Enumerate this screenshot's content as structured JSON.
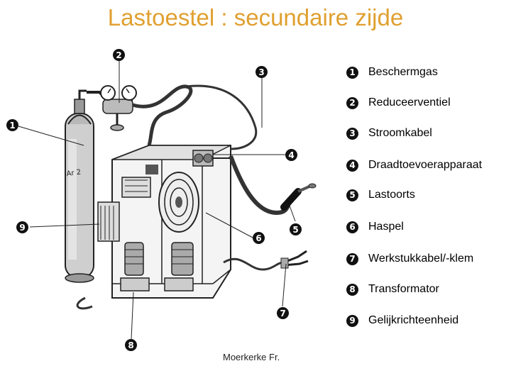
{
  "title": "Lastoestel : secundaire zijde",
  "markers": [
    "1",
    "2",
    "3",
    "4",
    "5",
    "6",
    "7",
    "8",
    "9"
  ],
  "legend": [
    {
      "num": "1",
      "label": "Beschermgas"
    },
    {
      "num": "2",
      "label": "Reduceerventiel"
    },
    {
      "num": "3",
      "label": "Stroomkabel"
    },
    {
      "num": "4",
      "label": "Draadtoevoerapparaat"
    },
    {
      "num": "5",
      "label": "Lastoorts"
    },
    {
      "num": "6",
      "label": "Haspel"
    },
    {
      "num": "7",
      "label": "Werkstukkabel/-klem"
    },
    {
      "num": "8",
      "label": "Transformator"
    },
    {
      "num": "9",
      "label": "Gelijkrichteenheid"
    }
  ],
  "cylinder_label": "Ar 2",
  "credit": "Moerkerke Fr.",
  "colors": {
    "title": "#e0a030",
    "marker": "#111111"
  }
}
